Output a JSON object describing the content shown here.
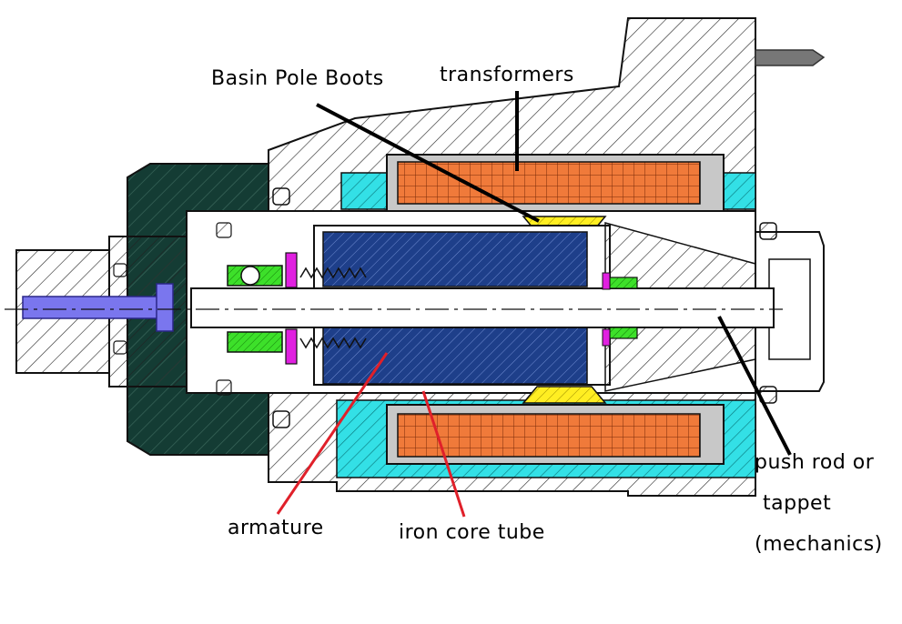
{
  "labels": {
    "basin_pole_boots": "Basin Pole Boots",
    "transformers": "transformers",
    "armature": "armature",
    "iron_core_tube": "iron core tube",
    "push_rod_line1": "push rod or",
    "push_rod_line2": "tappet",
    "push_rod_line3": "(mechanics)"
  },
  "colors": {
    "coil": "#f07a3a",
    "armature": "#1e3f8a",
    "cyan": "#33e0e6",
    "yellow": "#ffee22",
    "green": "#3de02a",
    "magenta": "#e020e0",
    "dark_green": "#143c34",
    "blue_shaft": "#7a76ee",
    "leader_red": "#e0202a",
    "leader_black": "#000000",
    "hatch": "#222222"
  }
}
